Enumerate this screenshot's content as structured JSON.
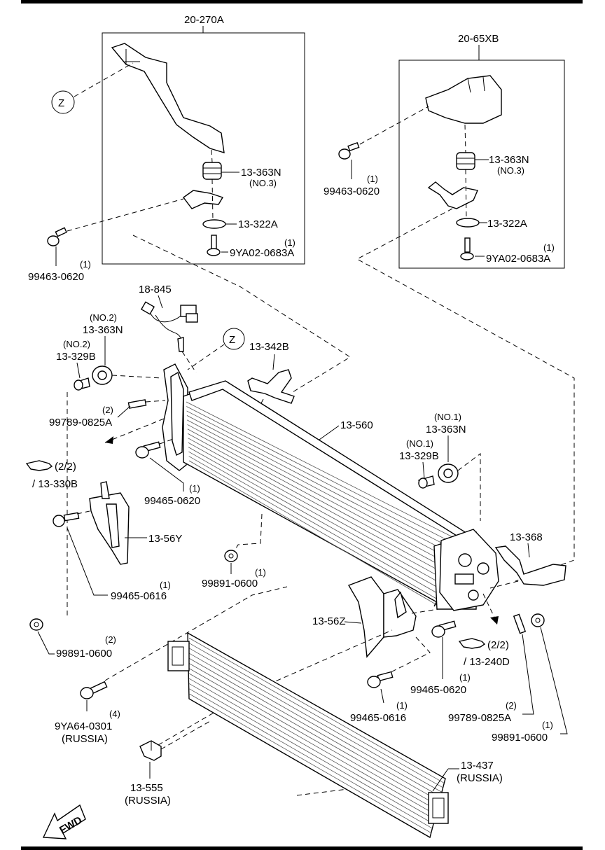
{
  "diagram": {
    "top_rule": true,
    "boxes": [
      {
        "id": "box-left",
        "title": "20-270A"
      },
      {
        "id": "box-right",
        "title": "20-65XB"
      }
    ],
    "callouts": [
      {
        "code": "Z",
        "instances": 2
      }
    ],
    "labels": {
      "b1_363": "13-363N",
      "b1_363q": "(NO.3)",
      "b1_322": "13-322A",
      "b1_9ya_q": "(1)",
      "b1_9ya": "9YA02-0683A",
      "b2_363": "13-363N",
      "b2_363q": "(NO.3)",
      "b2_322": "13-322A",
      "b2_9ya_q": "(1)",
      "b2_9ya": "9YA02-0683A",
      "l_99463_q": "(1)",
      "l_99463": "99463-0620",
      "r_99463_q": "(1)",
      "r_99463": "99463-0620",
      "p18845": "18-845",
      "l363_no": "(NO.2)",
      "l363": "13-363N",
      "l329_no": "(NO.2)",
      "l329": "13-329B",
      "p13342": "13-342B",
      "l99789_q": "(2)",
      "l99789": "99789-0825A",
      "ref_left": "(2/2)",
      "ref_left_part": "/ 13-330B",
      "p13560": "13-560",
      "l99465_0620_q": "(1)",
      "l99465_0620": "99465-0620",
      "p13_56y": "13-56Y",
      "l99465_0616_q": "(1)",
      "l99465_0616": "99465-0616",
      "m99891_q": "(1)",
      "m99891": "99891-0600",
      "l99891_q": "(2)",
      "l99891": "99891-0600",
      "r363_no": "(NO.1)",
      "r363": "13-363N",
      "r329_no": "(NO.1)",
      "r329": "13-329B",
      "p13368": "13-368",
      "p13_56z": "13-56Z",
      "ref_right": "(2/2)",
      "ref_right_part": "/ 13-240D",
      "r99465_0620_q": "(1)",
      "r99465_0620": "99465-0620",
      "r99465_0616_q": "(1)",
      "r99465_0616": "99465-0616",
      "r99789_q": "(2)",
      "r99789": "99789-0825A",
      "r99891_q": "(1)",
      "r99891": "99891-0600",
      "p9ya64_q": "(4)",
      "p9ya64": "9YA64-0301",
      "p9ya64_note": "(RUSSIA)",
      "p13555": "13-555",
      "p13555_note": "(RUSSIA)",
      "p13437": "13-437",
      "p13437_note": "(RUSSIA)",
      "fwd": "FWD",
      "z1": "Z",
      "z2": "Z"
    }
  }
}
